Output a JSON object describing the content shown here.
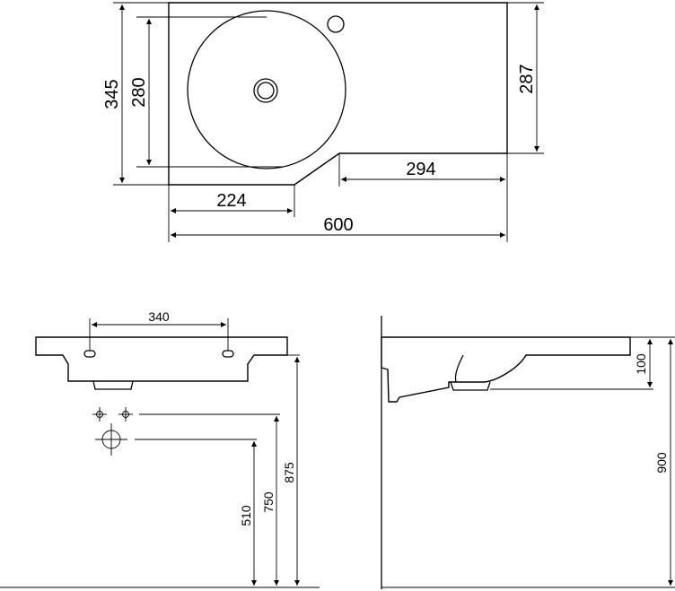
{
  "top_view": {
    "dims": {
      "depth_total": "345",
      "bowl_depth": "280",
      "right_depth": "287",
      "right_width": "294",
      "left_width": "224",
      "total_width": "600"
    }
  },
  "front_view": {
    "dims": {
      "hole_spacing": "340",
      "height_875": "875",
      "height_750": "750",
      "height_510": "510"
    }
  },
  "side_view": {
    "dims": {
      "thickness": "100",
      "mount_height": "900"
    }
  },
  "colors": {
    "line": "#000000",
    "background": "#ffffff"
  }
}
